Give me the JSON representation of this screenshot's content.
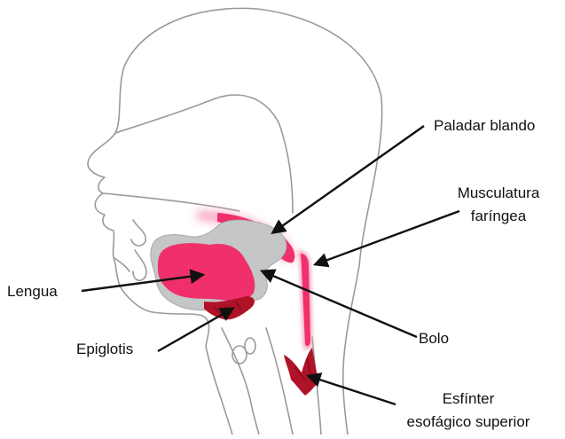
{
  "labels": {
    "soft_palate": "Paladar blando",
    "pharyngeal_muscles_line1": "Musculatura",
    "pharyngeal_muscles_line2": "faríngea",
    "tongue": "Lengua",
    "bolus": "Bolo",
    "epiglottis": "Epiglotis",
    "sphincter_line1": "Esfínter",
    "sphincter_line2": "esofágico superior"
  },
  "colors": {
    "outline": "#9a9a9a",
    "pink": "#f0306a",
    "pink_glow": "#f6a0bd",
    "dark_red": "#b01228",
    "bolus_gray": "#c4c6c8",
    "arrow": "#111111",
    "text": "#111111"
  }
}
